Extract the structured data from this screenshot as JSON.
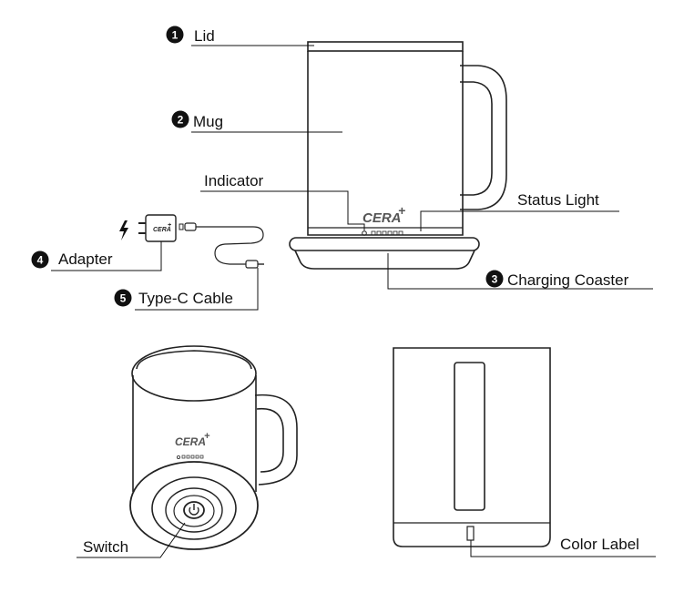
{
  "callouts": {
    "lid": {
      "number": "1",
      "label": "Lid"
    },
    "mug": {
      "number": "2",
      "label": "Mug"
    },
    "charging_coaster": {
      "number": "3",
      "label": "Charging Coaster"
    },
    "adapter": {
      "number": "4",
      "label": "Adapter"
    },
    "type_c_cable": {
      "number": "5",
      "label": "Type-C Cable"
    }
  },
  "labels": {
    "indicator": "Indicator",
    "status_light": "Status Light",
    "switch": "Switch",
    "color_label": "Color Label"
  },
  "brand": {
    "logo_text": "CERA",
    "logo_mark": "+"
  },
  "adapter_logo": "CERA"
}
